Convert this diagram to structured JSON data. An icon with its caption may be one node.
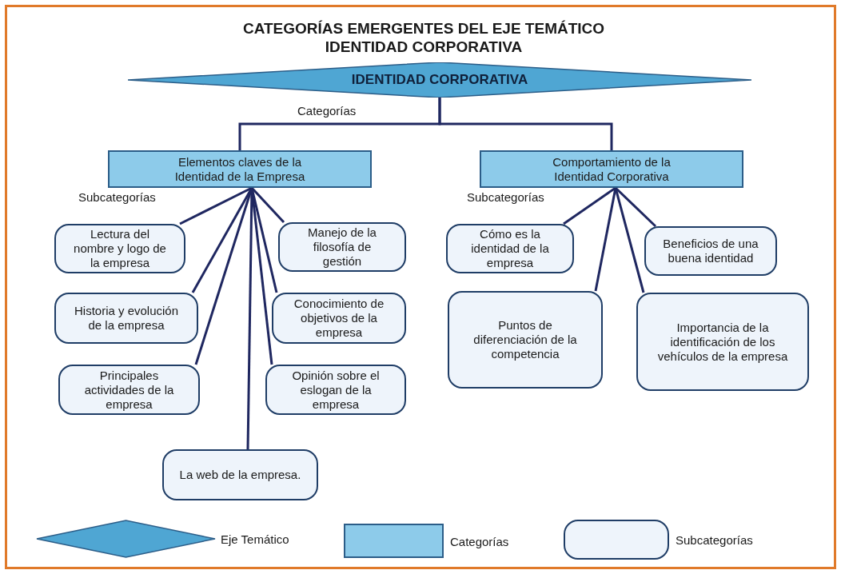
{
  "diagram": {
    "title": "CATEGORÍAS EMERGENTES DEL EJE TEMÁTICO IDENTIDAD CORPORATIVA",
    "nodes": [
      {
        "text": [
          "IDENTIDAD CORPORATIVA"
        ]
      },
      {
        "text": [
          "Elementos claves de la Identidad de la Empresa"
        ]
      },
      {
        "text": [
          "Comportamiento de la Identidad Corporativa"
        ]
      },
      {
        "text": [
          "Lectura del nombre y logo de la empresa"
        ]
      },
      {
        "text": [
          "Manejo de la filosofía de gestión"
        ]
      },
      {
        "text": [
          "Historia y evolución de la empresa"
        ]
      },
      {
        "text": [
          "Conocimiento de objetivos de la empresa"
        ]
      },
      {
        "text": [
          "Principales actividades de la empresa"
        ]
      },
      {
        "text": [
          "Opinión sobre el eslogan de la empresa"
        ]
      },
      {
        "text": [
          "La web de la empresa."
        ]
      },
      {
        "text": [
          "Cómo es la identidad de la empresa"
        ]
      },
      {
        "text": [
          "Beneficios de una buena identidad"
        ]
      },
      {
        "text": [
          "Puntos de diferenciación de la competencia"
        ]
      },
      {
        "text": [
          "Importancia de la identificación de los vehículos de la empresa"
        ]
      }
    ],
    "edges": [
      {
        "from": 0,
        "to": 1,
        "arrow": "none"
      },
      {
        "from": 0,
        "to": 2,
        "arrow": "none"
      },
      {
        "from": 1,
        "to": 3,
        "arrow": "none"
      },
      {
        "from": 1,
        "to": 4,
        "arrow": "none"
      },
      {
        "from": 1,
        "to": 5,
        "arrow": "none"
      },
      {
        "from": 1,
        "to": 6,
        "arrow": "none"
      },
      {
        "from": 1,
        "to": 7,
        "arrow": "none"
      },
      {
        "from": 1,
        "to": 8,
        "arrow": "none"
      },
      {
        "from": 1,
        "to": 9,
        "arrow": "none"
      },
      {
        "from": 2,
        "to": 10,
        "arrow": "none"
      },
      {
        "from": 2,
        "to": 11,
        "arrow": "none"
      },
      {
        "from": 2,
        "to": 12,
        "arrow": "none"
      },
      {
        "from": 2,
        "to": 13,
        "arrow": "none"
      }
    ],
    "labels": [
      "Categorías",
      "Subcategorías",
      "Subcategorías"
    ],
    "legend": [
      {
        "text": "Eje Temático"
      },
      {
        "text": "Categorías"
      },
      {
        "text": "Subcategorías"
      }
    ]
  }
}
